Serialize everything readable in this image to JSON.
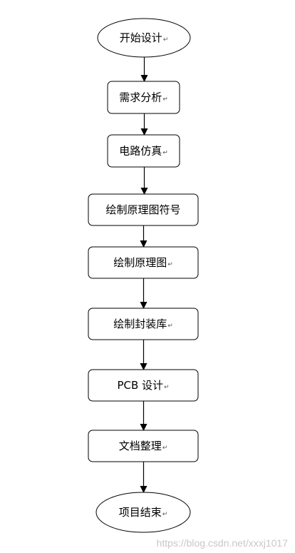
{
  "diagram": {
    "nodes": [
      {
        "id": "start",
        "shape": "ellipse",
        "label": "开始设计",
        "mark": "↵"
      },
      {
        "id": "analysis",
        "shape": "rect",
        "label": "需求分析",
        "mark": "↵"
      },
      {
        "id": "sim",
        "shape": "rect",
        "label": "电路仿真",
        "mark": "↵"
      },
      {
        "id": "symbol",
        "shape": "rect",
        "label": "绘制原理图符号",
        "mark": ""
      },
      {
        "id": "schematic",
        "shape": "rect",
        "label": "绘制原理图",
        "mark": "↵"
      },
      {
        "id": "footprint",
        "shape": "rect",
        "label": "绘制封装库",
        "mark": "↵"
      },
      {
        "id": "pcb",
        "shape": "rect",
        "label": "PCB 设计",
        "mark": "↵"
      },
      {
        "id": "docs",
        "shape": "rect",
        "label": "文档整理",
        "mark": "↵"
      },
      {
        "id": "end",
        "shape": "ellipse",
        "label": "项目结束",
        "mark": "↵"
      }
    ],
    "edges": [
      [
        "start",
        "analysis"
      ],
      [
        "analysis",
        "sim"
      ],
      [
        "sim",
        "symbol"
      ],
      [
        "symbol",
        "schematic"
      ],
      [
        "schematic",
        "footprint"
      ],
      [
        "footprint",
        "pcb"
      ],
      [
        "pcb",
        "docs"
      ],
      [
        "docs",
        "end"
      ]
    ]
  },
  "watermark": "https://blog.csdn.net/xxxj1017"
}
